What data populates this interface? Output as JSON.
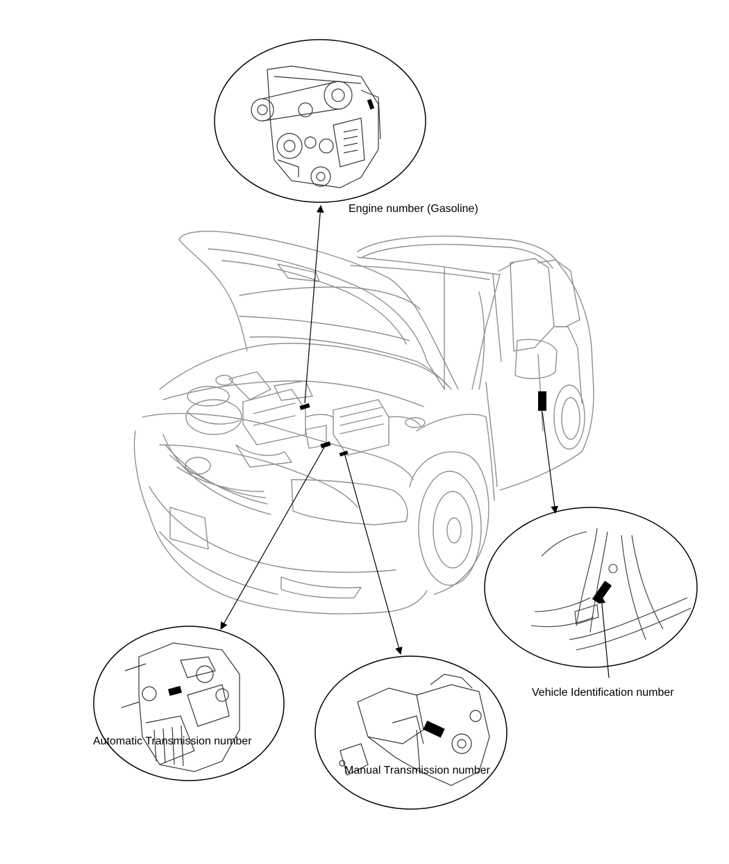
{
  "labels": {
    "engine_number": "Engine number (Gasoline)",
    "automatic_transmission_number": "Automatic Transmission number",
    "manual_transmission_number": "Manual Transmission number",
    "vehicle_identification_number": "Vehicle Identification number"
  },
  "colors": {
    "line": "#000000",
    "background": "#ffffff",
    "car_outline": "#9a9a9a",
    "marker": "#000000"
  }
}
